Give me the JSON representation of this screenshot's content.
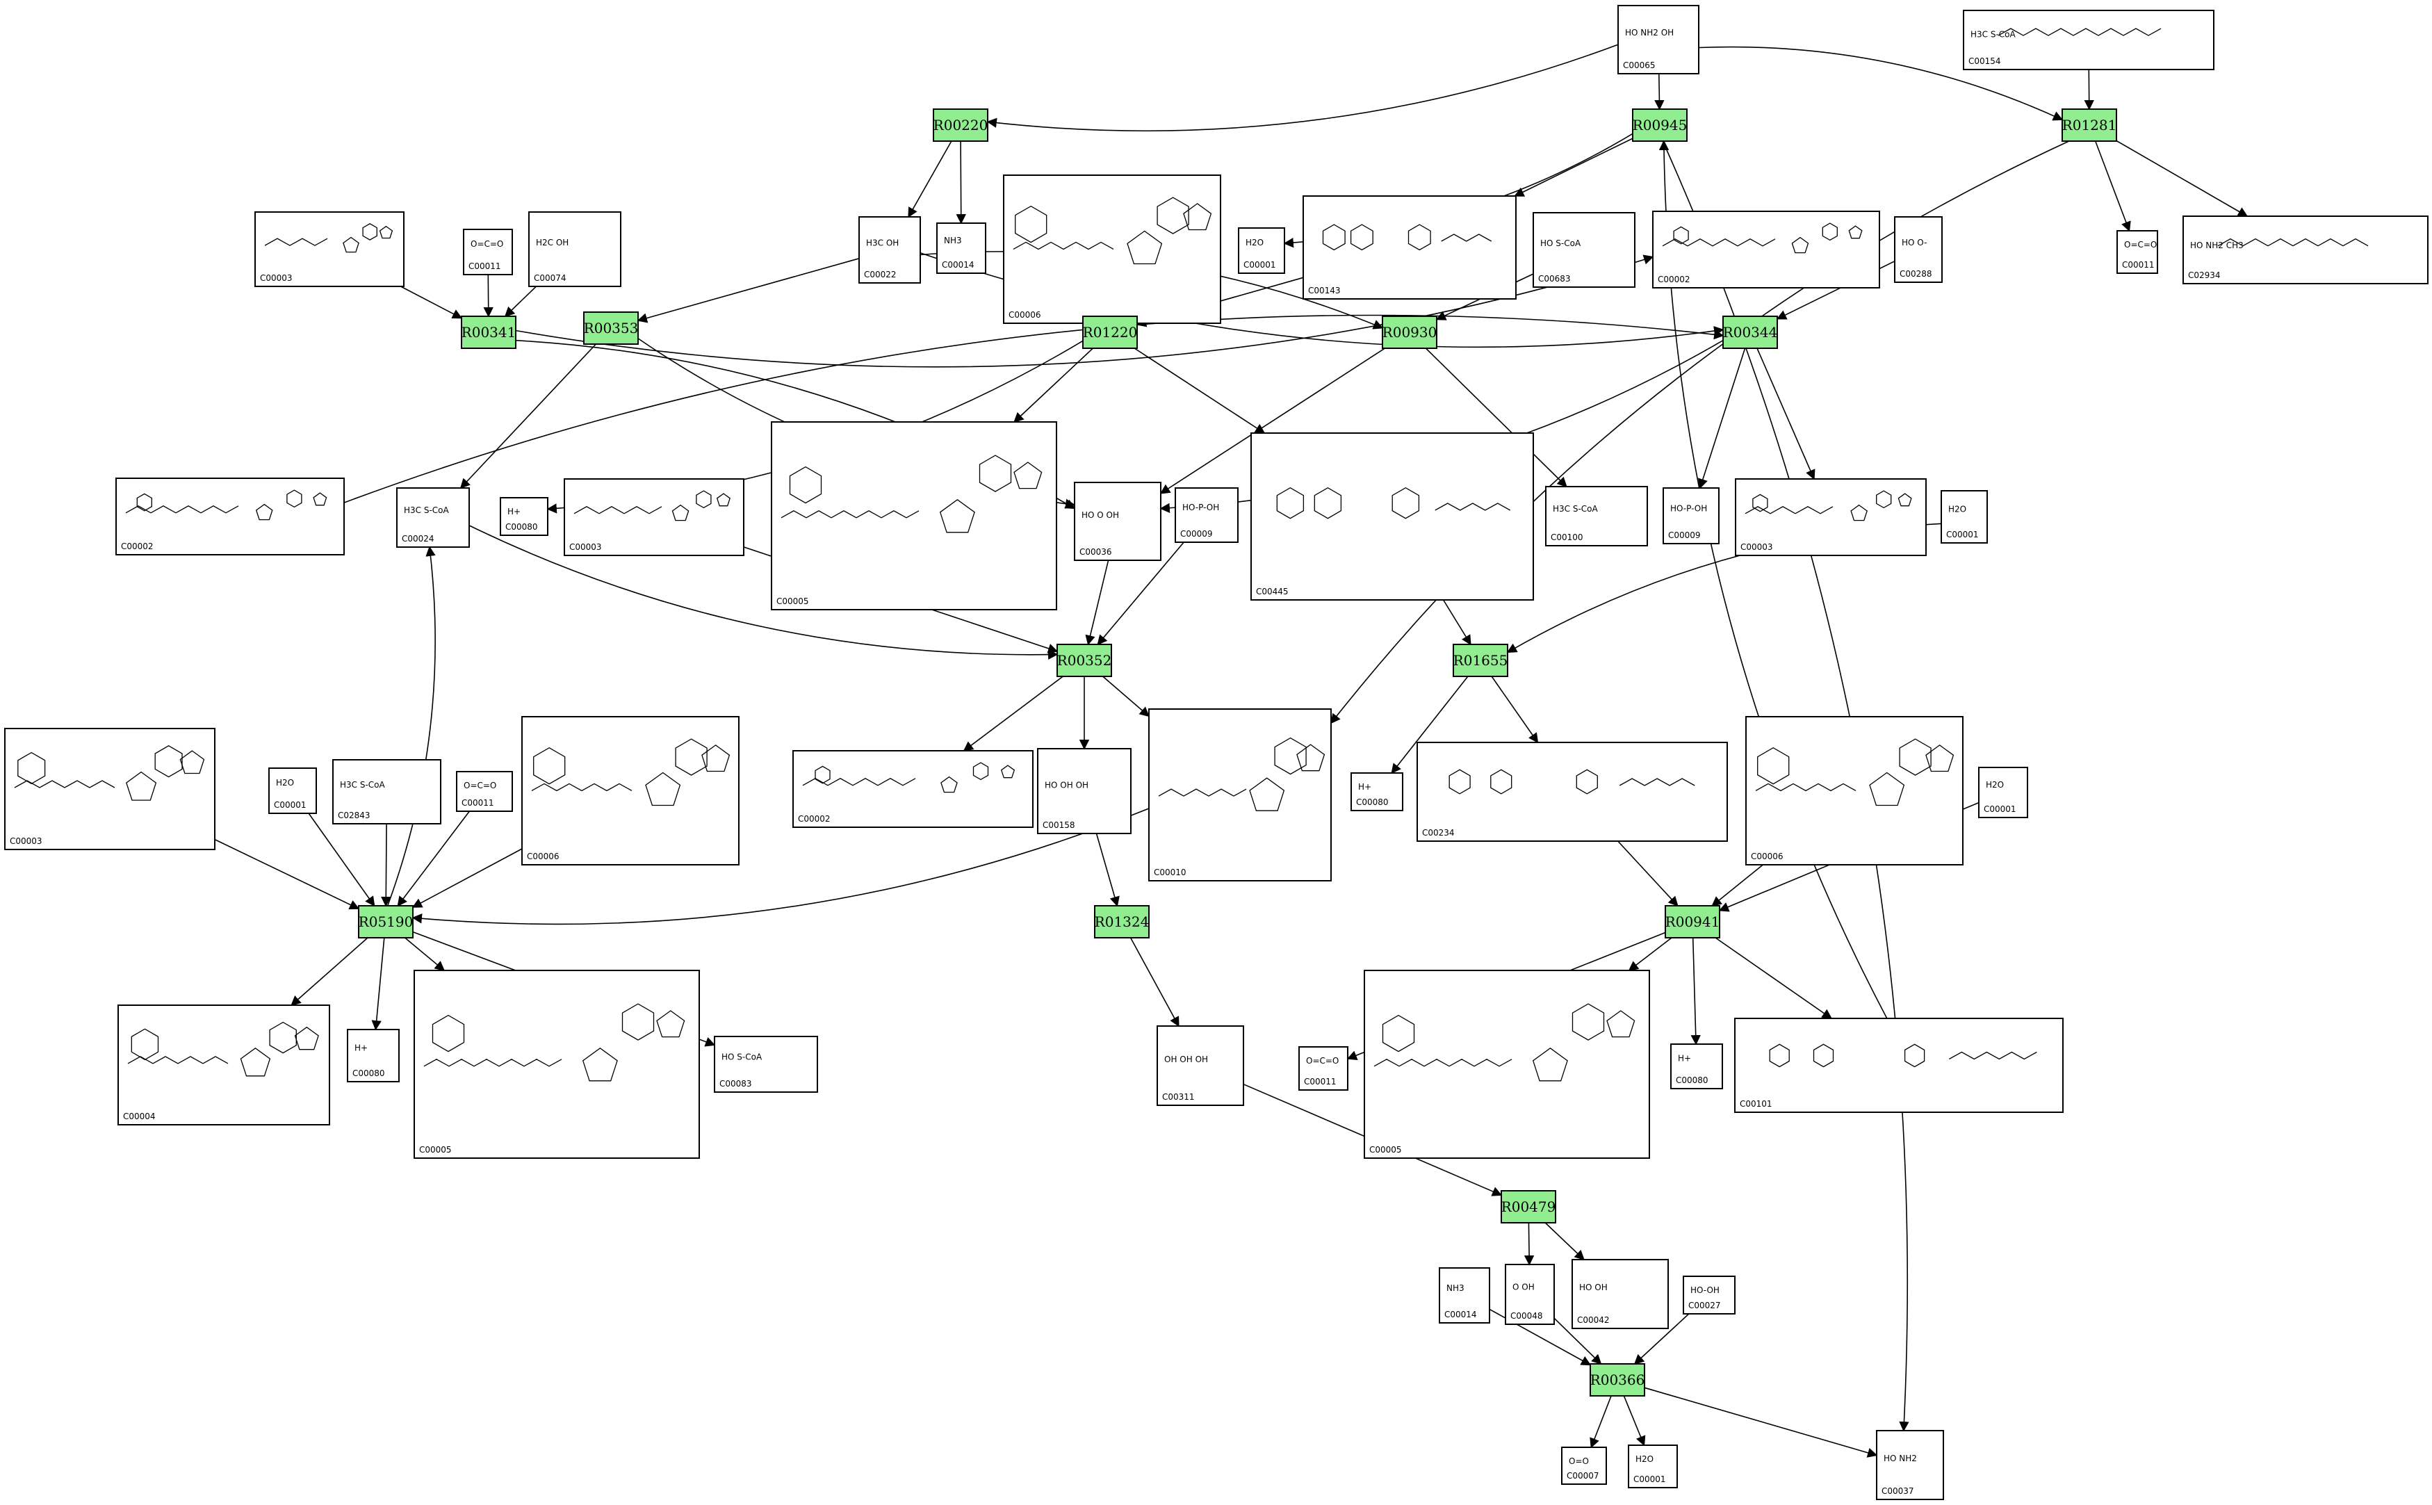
{
  "reactions": [
    {
      "id": "R00220",
      "label": "R00220"
    },
    {
      "id": "R00945",
      "label": "R00945"
    },
    {
      "id": "R01281",
      "label": "R01281"
    },
    {
      "id": "R00341",
      "label": "R00341"
    },
    {
      "id": "R00353",
      "label": "R00353"
    },
    {
      "id": "R01220",
      "label": "R01220"
    },
    {
      "id": "R00930",
      "label": "R00930"
    },
    {
      "id": "R00344",
      "label": "R00344"
    },
    {
      "id": "R00352",
      "label": "R00352"
    },
    {
      "id": "R01655",
      "label": "R01655"
    },
    {
      "id": "R05190",
      "label": "R05190"
    },
    {
      "id": "R01324",
      "label": "R01324"
    },
    {
      "id": "R00941",
      "label": "R00941"
    },
    {
      "id": "R00479",
      "label": "R00479"
    },
    {
      "id": "R00366",
      "label": "R00366"
    }
  ],
  "compounds": [
    {
      "id": "c065",
      "label": "C00065",
      "kind": "small",
      "text": "HO  NH2  OH"
    },
    {
      "id": "c154",
      "label": "C00154",
      "kind": "chain",
      "text": "H3C        S-CoA"
    },
    {
      "id": "c003a",
      "label": "C00003",
      "kind": "nuc",
      "text": ""
    },
    {
      "id": "c011a",
      "label": "C00011",
      "kind": "small",
      "text": "O=C=O"
    },
    {
      "id": "c074",
      "label": "C00074",
      "kind": "small",
      "text": "H2C  OH"
    },
    {
      "id": "c022",
      "label": "C00022",
      "kind": "small",
      "text": "H3C  OH"
    },
    {
      "id": "c014a",
      "label": "C00014",
      "kind": "small",
      "text": "NH3"
    },
    {
      "id": "c006a",
      "label": "C00006",
      "kind": "nuc",
      "text": ""
    },
    {
      "id": "c001a",
      "label": "C00001",
      "kind": "small",
      "text": "H2O"
    },
    {
      "id": "c143",
      "label": "C00143",
      "kind": "folate",
      "text": ""
    },
    {
      "id": "c683",
      "label": "C00683",
      "kind": "small",
      "text": "HO  S-CoA"
    },
    {
      "id": "c002a",
      "label": "C00002",
      "kind": "nuc",
      "text": ""
    },
    {
      "id": "c288",
      "label": "C00288",
      "kind": "small",
      "text": "HO  O-"
    },
    {
      "id": "c011b",
      "label": "C00011",
      "kind": "small",
      "text": "O=C=O"
    },
    {
      "id": "c2934",
      "label": "C02934",
      "kind": "chain",
      "text": "HO  NH2        CH3"
    },
    {
      "id": "c002b",
      "label": "C00002",
      "kind": "nuc",
      "text": ""
    },
    {
      "id": "c024",
      "label": "C00024",
      "kind": "small",
      "text": "H3C  S-CoA"
    },
    {
      "id": "c080a",
      "label": "C00080",
      "kind": "small",
      "text": "H+"
    },
    {
      "id": "c003b",
      "label": "C00003",
      "kind": "nuc",
      "text": ""
    },
    {
      "id": "c005a",
      "label": "C00005",
      "kind": "nuc",
      "text": ""
    },
    {
      "id": "c036",
      "label": "C00036",
      "kind": "small",
      "text": "HO  O  OH"
    },
    {
      "id": "c009a",
      "label": "C00009",
      "kind": "small",
      "text": "HO-P-OH"
    },
    {
      "id": "c445",
      "label": "C00445",
      "kind": "folate",
      "text": ""
    },
    {
      "id": "c100",
      "label": "C00100",
      "kind": "small",
      "text": "H3C  S-CoA"
    },
    {
      "id": "c009b",
      "label": "C00009",
      "kind": "small",
      "text": "HO-P-OH"
    },
    {
      "id": "c003c",
      "label": "C00003",
      "kind": "nuc",
      "text": ""
    },
    {
      "id": "c001b",
      "label": "C00001",
      "kind": "small",
      "text": "H2O"
    },
    {
      "id": "c003d",
      "label": "C00003",
      "kind": "nuc",
      "text": ""
    },
    {
      "id": "c001c",
      "label": "C00001",
      "kind": "small",
      "text": "H2O"
    },
    {
      "id": "c2843",
      "label": "C02843",
      "kind": "small",
      "text": "H3C  S-CoA"
    },
    {
      "id": "c011c",
      "label": "C00011",
      "kind": "small",
      "text": "O=C=O"
    },
    {
      "id": "c006b",
      "label": "C00006",
      "kind": "nuc",
      "text": ""
    },
    {
      "id": "c002c",
      "label": "C00002",
      "kind": "nuc",
      "text": ""
    },
    {
      "id": "c158",
      "label": "C00158",
      "kind": "small",
      "text": "HO  OH  OH"
    },
    {
      "id": "c010",
      "label": "C00010",
      "kind": "nuc",
      "text": ""
    },
    {
      "id": "c080b",
      "label": "C00080",
      "kind": "small",
      "text": "H+"
    },
    {
      "id": "c234",
      "label": "C00234",
      "kind": "folate",
      "text": ""
    },
    {
      "id": "c006c",
      "label": "C00006",
      "kind": "nuc",
      "text": ""
    },
    {
      "id": "c001d",
      "label": "C00001",
      "kind": "small",
      "text": "H2O"
    },
    {
      "id": "c004",
      "label": "C00004",
      "kind": "nuc",
      "text": ""
    },
    {
      "id": "c080c",
      "label": "C00080",
      "kind": "small",
      "text": "H+"
    },
    {
      "id": "c005b",
      "label": "C00005",
      "kind": "nuc",
      "text": ""
    },
    {
      "id": "c083",
      "label": "C00083",
      "kind": "small",
      "text": "HO  S-CoA"
    },
    {
      "id": "c311",
      "label": "C00311",
      "kind": "small",
      "text": "OH  OH  OH"
    },
    {
      "id": "c011d",
      "label": "C00011",
      "kind": "small",
      "text": "O=C=O"
    },
    {
      "id": "c005c",
      "label": "C00005",
      "kind": "nuc",
      "text": ""
    },
    {
      "id": "c080d",
      "label": "C00080",
      "kind": "small",
      "text": "H+"
    },
    {
      "id": "c101",
      "label": "C00101",
      "kind": "folate",
      "text": ""
    },
    {
      "id": "c014b",
      "label": "C00014",
      "kind": "small",
      "text": "NH3"
    },
    {
      "id": "c048",
      "label": "C00048",
      "kind": "small",
      "text": "O  OH"
    },
    {
      "id": "c042",
      "label": "C00042",
      "kind": "small",
      "text": "HO  OH"
    },
    {
      "id": "c027",
      "label": "C00027",
      "kind": "small",
      "text": "HO-OH"
    },
    {
      "id": "c007",
      "label": "C00007",
      "kind": "small",
      "text": "O=O"
    },
    {
      "id": "c001e",
      "label": "C00001",
      "kind": "small",
      "text": "H2O"
    },
    {
      "id": "c037",
      "label": "C00037",
      "kind": "small",
      "text": "HO  NH2"
    }
  ],
  "edges": [
    [
      "c065",
      "R00220"
    ],
    [
      "c065",
      "R00945"
    ],
    [
      "c065",
      "R01281"
    ],
    [
      "c154",
      "R01281"
    ],
    [
      "R00220",
      "c022"
    ],
    [
      "R00220",
      "c014a"
    ],
    [
      "R00945",
      "c001a"
    ],
    [
      "R00945",
      "c143"
    ],
    [
      "R01281",
      "c011b"
    ],
    [
      "R01281",
      "c2934"
    ],
    [
      "c003a",
      "R00341"
    ],
    [
      "c011a",
      "R00341"
    ],
    [
      "c074",
      "R00341"
    ],
    [
      "R00341",
      "c002a"
    ],
    [
      "R00341",
      "c036"
    ],
    [
      "c022",
      "R00353"
    ],
    [
      "c022",
      "R00930"
    ],
    [
      "c022",
      "R00344"
    ],
    [
      "R00353",
      "c024"
    ],
    [
      "R00353",
      "c036"
    ],
    [
      "c006a",
      "R01220"
    ],
    [
      "c143",
      "R01220"
    ],
    [
      "R01220",
      "c080a"
    ],
    [
      "R01220",
      "c005a"
    ],
    [
      "R01220",
      "c445"
    ],
    [
      "c683",
      "R00930"
    ],
    [
      "R00930",
      "c036"
    ],
    [
      "R00930",
      "c100"
    ],
    [
      "c002b",
      "R00344"
    ],
    [
      "c288",
      "R00344"
    ],
    [
      "R00344",
      "c036"
    ],
    [
      "R00344",
      "c009b"
    ],
    [
      "R00344",
      "c003c"
    ],
    [
      "c024",
      "R00352"
    ],
    [
      "c003b",
      "R00352"
    ],
    [
      "c036",
      "R00352"
    ],
    [
      "c009a",
      "R00352"
    ],
    [
      "R00352",
      "c002c"
    ],
    [
      "R00352",
      "c158"
    ],
    [
      "R00352",
      "c010"
    ],
    [
      "c445",
      "R01655"
    ],
    [
      "c001b",
      "R01655"
    ],
    [
      "R01655",
      "c080b"
    ],
    [
      "R01655",
      "c234"
    ],
    [
      "c003d",
      "R05190"
    ],
    [
      "c001c",
      "R05190"
    ],
    [
      "c2843",
      "R05190"
    ],
    [
      "c011c",
      "R05190"
    ],
    [
      "c006b",
      "R05190"
    ],
    [
      "R05190",
      "c024"
    ],
    [
      "R05190",
      "c004"
    ],
    [
      "R05190",
      "c080c"
    ],
    [
      "R05190",
      "c005b"
    ],
    [
      "R05190",
      "c083"
    ],
    [
      "c010",
      "R05190"
    ],
    [
      "c158",
      "R01324"
    ],
    [
      "R01324",
      "c311"
    ],
    [
      "c234",
      "R00941"
    ],
    [
      "c006c",
      "R00941"
    ],
    [
      "c001d",
      "R00941"
    ],
    [
      "R00941",
      "c011d"
    ],
    [
      "R00941",
      "c005c"
    ],
    [
      "R00941",
      "c080d"
    ],
    [
      "R00941",
      "c101"
    ],
    [
      "c101",
      "R00945"
    ],
    [
      "c311",
      "R00479"
    ],
    [
      "R00479",
      "c048"
    ],
    [
      "R00479",
      "c042"
    ],
    [
      "c014b",
      "R00366"
    ],
    [
      "c048",
      "R00366"
    ],
    [
      "c027",
      "R00366"
    ],
    [
      "R00366",
      "c007"
    ],
    [
      "R00366",
      "c001e"
    ],
    [
      "R00366",
      "c037"
    ],
    [
      "R00945",
      "c037"
    ],
    [
      "R01281",
      "c010"
    ]
  ]
}
